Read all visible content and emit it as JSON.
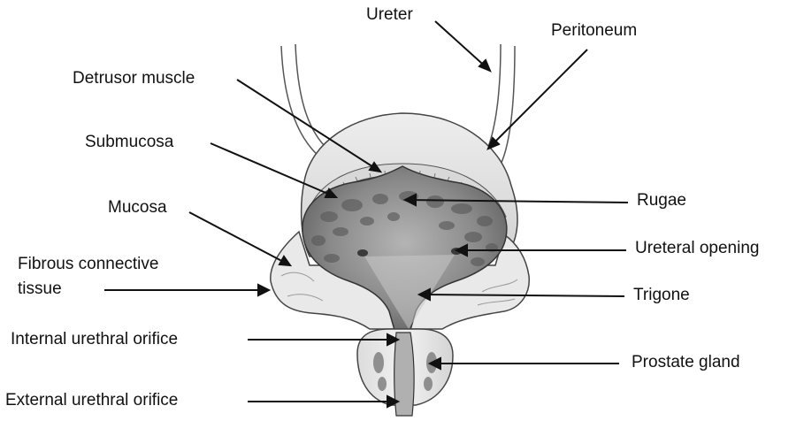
{
  "labels": {
    "ureter": "Ureter",
    "peritoneum": "Peritoneum",
    "detrusor_muscle": "Detrusor muscle",
    "submucosa": "Submucosa",
    "mucosa": "Mucosa",
    "fibrous_line1": "Fibrous connective",
    "fibrous_line2": "tissue",
    "rugae": "Rugae",
    "ureteral_opening": "Ureteral opening",
    "trigone": "Trigone",
    "internal_urethral_orifice": "Internal urethral orifice",
    "prostate_gland": "Prostate gland",
    "external_urethral_orifice": "External urethral orifice"
  },
  "colors": {
    "line": "#111111",
    "tissue_fill": "#e6e6e6",
    "mucosa_dark": "#6f6f6f",
    "mucosa_mid": "#9a9a9a"
  }
}
